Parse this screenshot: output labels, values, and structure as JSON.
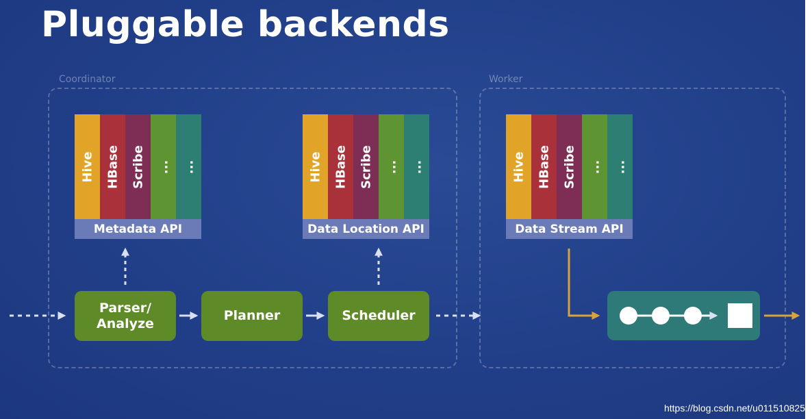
{
  "title": "Pluggable backends",
  "regions": {
    "coordinator": "Coordinator",
    "worker": "Worker"
  },
  "backend_labels": [
    "Hive",
    "HBase",
    "Scribe",
    "...",
    "..."
  ],
  "backend_colors": [
    "#e1a428",
    "#a9313a",
    "#7e2d55",
    "#5f9432",
    "#2e7f73"
  ],
  "apis": {
    "metadata": "Metadata API",
    "data_location": "Data Location API",
    "data_stream": "Data Stream API"
  },
  "stages": {
    "parser": "Parser/\nAnalyze",
    "planner": "Planner",
    "scheduler": "Scheduler"
  },
  "colors": {
    "background": "#213f89",
    "stage_green": "#5f8a28",
    "api_bar": "#6a7bb8",
    "pipeline_teal": "#2e7a78",
    "flow_orange": "#d8a33a"
  },
  "watermark": "https://blog.csdn.net/u011510825"
}
